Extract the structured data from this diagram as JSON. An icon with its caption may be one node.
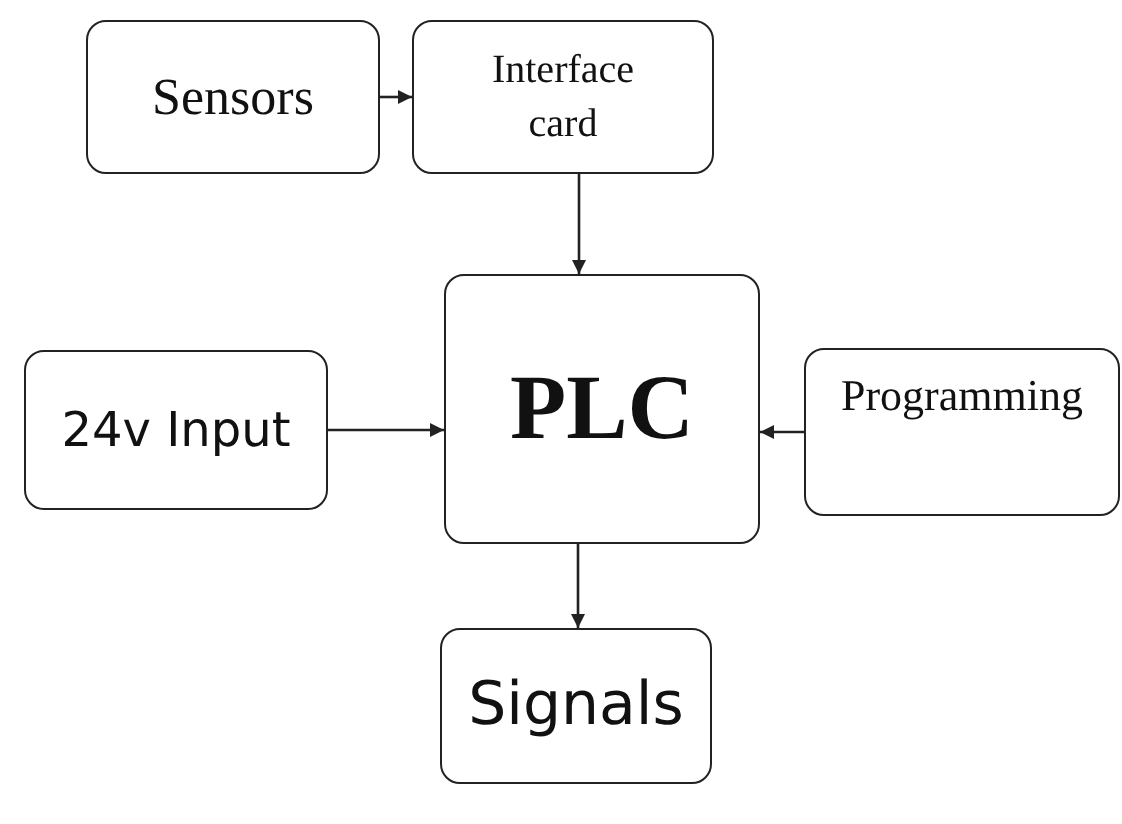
{
  "diagram": {
    "nodes": [
      {
        "text": [
          "Sensors"
        ]
      },
      {
        "text": [
          "Interface card"
        ]
      },
      {
        "text": [
          "24v Input"
        ]
      },
      {
        "text": [
          "PLC"
        ]
      },
      {
        "text": [
          "Programming"
        ]
      },
      {
        "text": [
          "Signals"
        ]
      }
    ],
    "edges": [
      {
        "from": 0,
        "to": 1,
        "arrow": "to"
      },
      {
        "from": 1,
        "to": 3,
        "arrow": "to"
      },
      {
        "from": 2,
        "to": 3,
        "arrow": "to"
      },
      {
        "from": 4,
        "to": 3,
        "arrow": "to"
      },
      {
        "from": 3,
        "to": 5,
        "arrow": "to"
      }
    ]
  }
}
